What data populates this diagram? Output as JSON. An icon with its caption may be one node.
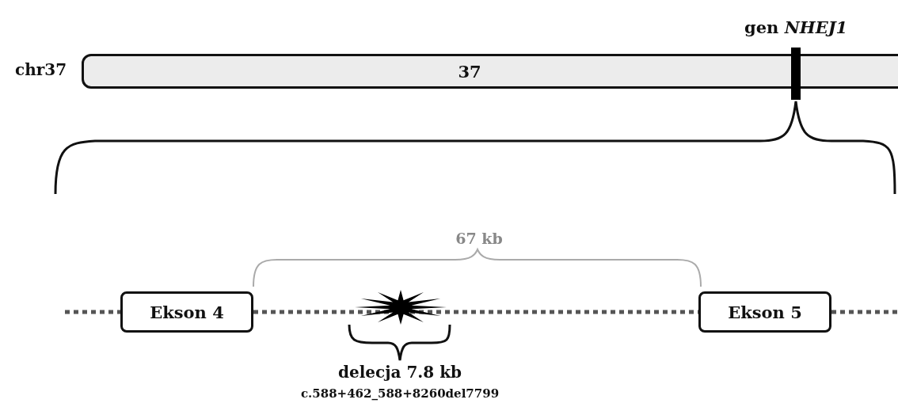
{
  "diagram": {
    "nodes": [
      {
        "text": [
          "37"
        ],
        "beside": [
          "chr37"
        ]
      },
      {
        "text": [
          "gen *NHEJ1*"
        ]
      },
      {
        "text": [
          "Ekson 4"
        ]
      },
      {
        "text": [
          "Ekson 5"
        ]
      }
    ],
    "edges": [
      {
        "from": null,
        "to": 2,
        "arrow": "none",
        "style": "dashed"
      },
      {
        "from": 2,
        "to": 3,
        "arrow": "none",
        "style": "dashed"
      },
      {
        "from": 3,
        "to": null,
        "arrow": "none",
        "style": "dashed"
      }
    ],
    "labels": [
      "67 kb",
      "delecja 7.8 kb",
      "c.588+462_588+8260del7799"
    ]
  }
}
